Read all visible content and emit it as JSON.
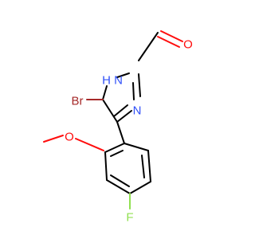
{
  "molecule": {
    "atoms": [
      {
        "id": "O",
        "text": "O",
        "color": "#ff0d0d"
      },
      {
        "id": "NH",
        "text": "H N",
        "color": "#3050f8"
      },
      {
        "id": "N",
        "text": "N",
        "color": "#3050f8"
      },
      {
        "id": "Br",
        "text": "Br",
        "color": "#a62929"
      },
      {
        "id": "OMe",
        "text": "O",
        "color": "#ff0d0d"
      },
      {
        "id": "F",
        "text": "F",
        "color": "#90e050"
      }
    ]
  }
}
